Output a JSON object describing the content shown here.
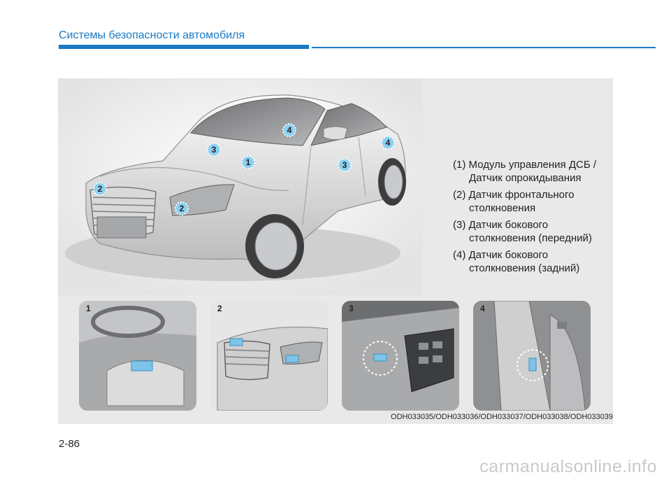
{
  "header": {
    "title": "Системы безопасности автомобиля"
  },
  "figure": {
    "callouts": [
      "1",
      "2",
      "2",
      "3",
      "3",
      "4",
      "4"
    ],
    "legend": [
      {
        "number": "(1)",
        "line1": "Модуль управления ДСБ /",
        "line2": "Датчик опрокидывания"
      },
      {
        "number": "(2)",
        "line1": "Датчик фронтального",
        "line2": "столкновения"
      },
      {
        "number": "(3)",
        "line1": "Датчик бокового",
        "line2": "столкновения (передний)"
      },
      {
        "number": "(4)",
        "line1": "Датчик бокового",
        "line2": "столкновения (задний)"
      }
    ],
    "thumbnails": [
      {
        "number": "1"
      },
      {
        "number": "2"
      },
      {
        "number": "3"
      },
      {
        "number": "4"
      }
    ],
    "image_code": "ODH033035/ODH033036/ODH033037/ODH033038/ODH033039"
  },
  "footer": {
    "page_number": "2-86",
    "watermark": "carmanualsonline.info"
  },
  "colors": {
    "accent": "#1a7ac4",
    "sensor": "#7dc4e8",
    "panel": "#e9e9ea"
  }
}
